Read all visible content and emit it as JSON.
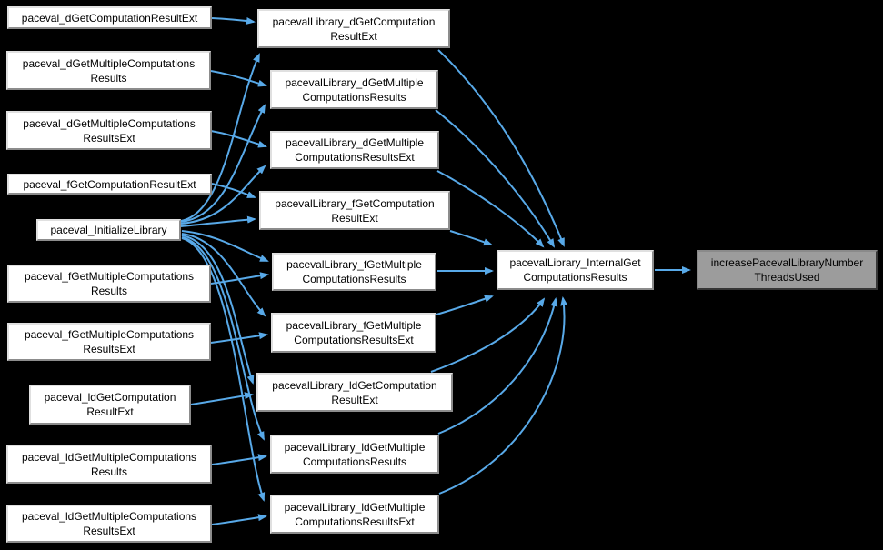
{
  "diagram": {
    "type": "call-graph",
    "background": "#000000",
    "edge_color": "#58a9e8",
    "node_fill": "#ffffff",
    "highlight_node_fill": "#9c9c9c",
    "text_color": "#000000"
  },
  "nodes": [
    {
      "id": "paceval_dGetComputationResultExt",
      "label": "paceval_dGetComputationResultExt"
    },
    {
      "id": "paceval_dGetMultipleComputationsResults",
      "label": "paceval_dGetMultipleComputations\nResults"
    },
    {
      "id": "paceval_dGetMultipleComputationsResultsExt",
      "label": "paceval_dGetMultipleComputations\nResultsExt"
    },
    {
      "id": "paceval_fGetComputationResultExt",
      "label": "paceval_fGetComputationResultExt"
    },
    {
      "id": "paceval_InitializeLibrary",
      "label": "paceval_InitializeLibrary"
    },
    {
      "id": "paceval_fGetMultipleComputationsResults",
      "label": "paceval_fGetMultipleComputations\nResults"
    },
    {
      "id": "paceval_fGetMultipleComputationsResultsExt",
      "label": "paceval_fGetMultipleComputations\nResultsExt"
    },
    {
      "id": "paceval_ldGetComputationResultExt",
      "label": "paceval_ldGetComputation\nResultExt"
    },
    {
      "id": "paceval_ldGetMultipleComputationsResults",
      "label": "paceval_ldGetMultipleComputations\nResults"
    },
    {
      "id": "paceval_ldGetMultipleComputationsResultsExt",
      "label": "paceval_ldGetMultipleComputations\nResultsExt"
    },
    {
      "id": "pacevalLibrary_dGetComputationResultExt",
      "label": "pacevalLibrary_dGetComputation\nResultExt"
    },
    {
      "id": "pacevalLibrary_dGetMultipleComputationsResults",
      "label": "pacevalLibrary_dGetMultiple\nComputationsResults"
    },
    {
      "id": "pacevalLibrary_dGetMultipleComputationsResultsExt",
      "label": "pacevalLibrary_dGetMultiple\nComputationsResultsExt"
    },
    {
      "id": "pacevalLibrary_fGetComputationResultExt",
      "label": "pacevalLibrary_fGetComputation\nResultExt"
    },
    {
      "id": "pacevalLibrary_fGetMultipleComputationsResults",
      "label": "pacevalLibrary_fGetMultiple\nComputationsResults"
    },
    {
      "id": "pacevalLibrary_fGetMultipleComputationsResultsExt",
      "label": "pacevalLibrary_fGetMultiple\nComputationsResultsExt"
    },
    {
      "id": "pacevalLibrary_ldGetComputationResultExt",
      "label": "pacevalLibrary_ldGetComputation\nResultExt"
    },
    {
      "id": "pacevalLibrary_ldGetMultipleComputationsResults",
      "label": "pacevalLibrary_ldGetMultiple\nComputationsResults"
    },
    {
      "id": "pacevalLibrary_ldGetMultipleComputationsResultsExt",
      "label": "pacevalLibrary_ldGetMultiple\nComputationsResultsExt"
    },
    {
      "id": "pacevalLibrary_InternalGetComputationsResults",
      "label": "pacevalLibrary_InternalGet\nComputationsResults"
    },
    {
      "id": "increasePacevalLibraryNumberThreadsUsed",
      "label": "increasePacevalLibraryNumber\nThreadsUsed"
    }
  ],
  "edges": [
    {
      "from": "paceval_dGetComputationResultExt",
      "to": "pacevalLibrary_dGetComputationResultExt"
    },
    {
      "from": "paceval_dGetMultipleComputationsResults",
      "to": "pacevalLibrary_dGetMultipleComputationsResults"
    },
    {
      "from": "paceval_dGetMultipleComputationsResultsExt",
      "to": "pacevalLibrary_dGetMultipleComputationsResultsExt"
    },
    {
      "from": "paceval_fGetComputationResultExt",
      "to": "pacevalLibrary_fGetComputationResultExt"
    },
    {
      "from": "paceval_InitializeLibrary",
      "to": "pacevalLibrary_dGetComputationResultExt"
    },
    {
      "from": "paceval_InitializeLibrary",
      "to": "pacevalLibrary_dGetMultipleComputationsResults"
    },
    {
      "from": "paceval_InitializeLibrary",
      "to": "pacevalLibrary_dGetMultipleComputationsResultsExt"
    },
    {
      "from": "paceval_InitializeLibrary",
      "to": "pacevalLibrary_fGetComputationResultExt"
    },
    {
      "from": "paceval_InitializeLibrary",
      "to": "pacevalLibrary_fGetMultipleComputationsResults"
    },
    {
      "from": "paceval_InitializeLibrary",
      "to": "pacevalLibrary_fGetMultipleComputationsResultsExt"
    },
    {
      "from": "paceval_InitializeLibrary",
      "to": "pacevalLibrary_ldGetComputationResultExt"
    },
    {
      "from": "paceval_InitializeLibrary",
      "to": "pacevalLibrary_ldGetMultipleComputationsResults"
    },
    {
      "from": "paceval_InitializeLibrary",
      "to": "pacevalLibrary_ldGetMultipleComputationsResultsExt"
    },
    {
      "from": "paceval_fGetMultipleComputationsResults",
      "to": "pacevalLibrary_fGetMultipleComputationsResults"
    },
    {
      "from": "paceval_fGetMultipleComputationsResultsExt",
      "to": "pacevalLibrary_fGetMultipleComputationsResultsExt"
    },
    {
      "from": "paceval_ldGetComputationResultExt",
      "to": "pacevalLibrary_ldGetComputationResultExt"
    },
    {
      "from": "paceval_ldGetMultipleComputationsResults",
      "to": "pacevalLibrary_ldGetMultipleComputationsResults"
    },
    {
      "from": "paceval_ldGetMultipleComputationsResultsExt",
      "to": "pacevalLibrary_ldGetMultipleComputationsResultsExt"
    },
    {
      "from": "pacevalLibrary_dGetComputationResultExt",
      "to": "pacevalLibrary_InternalGetComputationsResults"
    },
    {
      "from": "pacevalLibrary_dGetMultipleComputationsResults",
      "to": "pacevalLibrary_InternalGetComputationsResults"
    },
    {
      "from": "pacevalLibrary_dGetMultipleComputationsResultsExt",
      "to": "pacevalLibrary_InternalGetComputationsResults"
    },
    {
      "from": "pacevalLibrary_fGetComputationResultExt",
      "to": "pacevalLibrary_InternalGetComputationsResults"
    },
    {
      "from": "pacevalLibrary_fGetMultipleComputationsResults",
      "to": "pacevalLibrary_InternalGetComputationsResults"
    },
    {
      "from": "pacevalLibrary_fGetMultipleComputationsResultsExt",
      "to": "pacevalLibrary_InternalGetComputationsResults"
    },
    {
      "from": "pacevalLibrary_ldGetComputationResultExt",
      "to": "pacevalLibrary_InternalGetComputationsResults"
    },
    {
      "from": "pacevalLibrary_ldGetMultipleComputationsResults",
      "to": "pacevalLibrary_InternalGetComputationsResults"
    },
    {
      "from": "pacevalLibrary_ldGetMultipleComputationsResultsExt",
      "to": "pacevalLibrary_InternalGetComputationsResults"
    },
    {
      "from": "pacevalLibrary_InternalGetComputationsResults",
      "to": "increasePacevalLibraryNumberThreadsUsed"
    }
  ]
}
